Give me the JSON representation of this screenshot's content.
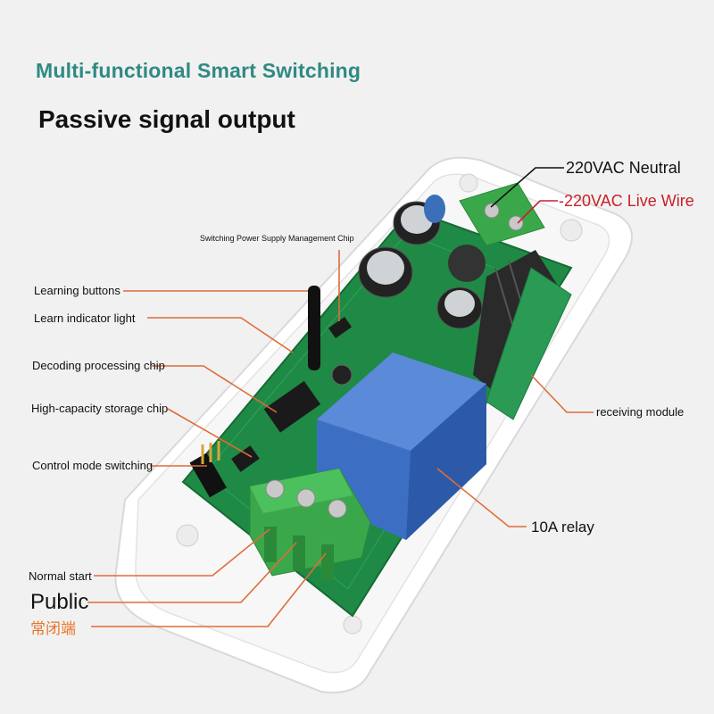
{
  "header": {
    "title": "Multi-functional Smart Switching",
    "subtitle": "Passive signal output"
  },
  "labels": {
    "neutral": "220VAC Neutral",
    "live_wire": "-220VAC Live Wire",
    "power_chip": "Switching Power Supply Management Chip",
    "learning_buttons": "Learning buttons",
    "learn_light": "Learn indicator light",
    "decoding_chip": "Decoding processing chip",
    "storage_chip": "High-capacity storage chip",
    "control_mode": "Control mode switching",
    "receiving_module": "receiving module",
    "relay": "10A relay",
    "normal_start": "Normal start",
    "public": "Public",
    "normally_closed": "常闭端"
  },
  "colors": {
    "title": "#2f8a83",
    "pcb": "#1f8a45",
    "relay": "#3c6fc4",
    "terminal": "#3aa84a",
    "leader": "#e06b3a",
    "live_wire": "#c8202a",
    "chinese_label": "#e8752a"
  }
}
